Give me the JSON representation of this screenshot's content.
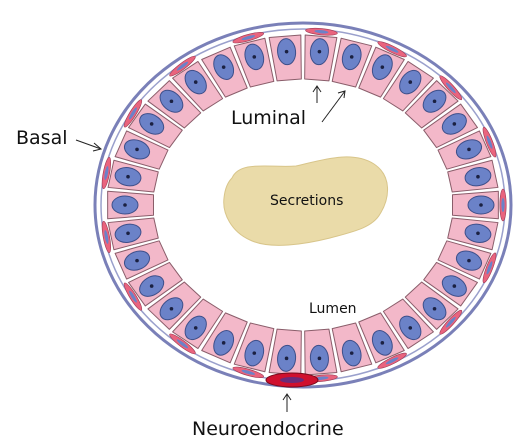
{
  "labels": {
    "basal": "Basal",
    "luminal": "Luminal",
    "secretions": "Secretions",
    "lumen": "Lumen",
    "neuroendocrine": "Neuroendocrine"
  },
  "colors": {
    "luminal_cell": "#f3b8c9",
    "luminal_cell_stroke": "#8a5d6a",
    "nucleus": "#6b82c8",
    "nucleus_stroke": "#3e4f8a",
    "nucleolus": "#1b2142",
    "basement_membrane": "#7a80b8",
    "basal_cell": "#e9647e",
    "basal_nucleus": "#6b82c8",
    "neuroendocrine_cell": "#d0102e",
    "secretions": "#eadba9"
  },
  "cell_count": 34
}
